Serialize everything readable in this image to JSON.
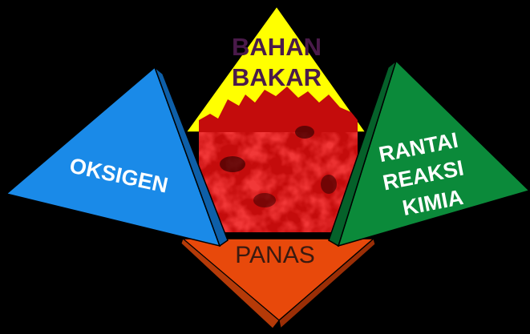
{
  "diagram": {
    "fuel": {
      "line1": "BAHAN",
      "line2": "BAKAR",
      "color": "#ffff00",
      "text_color": "#4a1a4a"
    },
    "heat": {
      "label": "PANAS",
      "color": "#e8490b",
      "text_color": "#3a1a10"
    },
    "oxygen": {
      "label": "OKSIGEN",
      "color": "#1a8ae8",
      "text_color": "#ffffff"
    },
    "chain": {
      "line1": "RANTAI",
      "line2": "REAKSI",
      "line3": "KIMIA",
      "color": "#0b8a3a",
      "text_color": "#ffffff"
    },
    "fire_color": "#d01010",
    "background": "#000000"
  }
}
